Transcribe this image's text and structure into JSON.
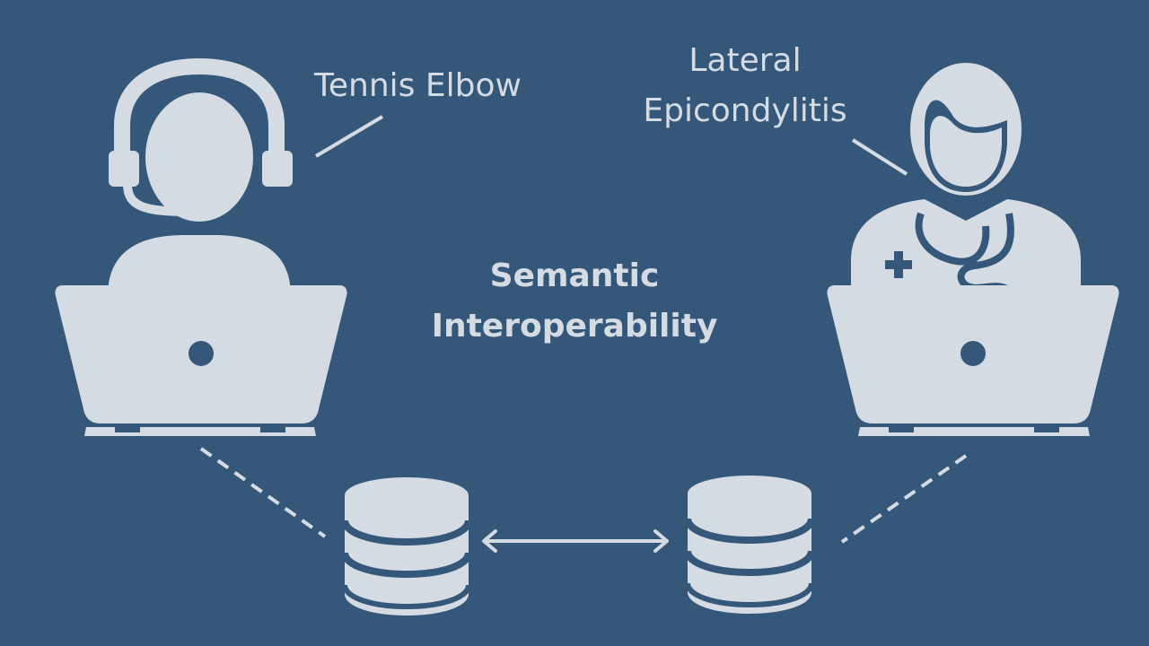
{
  "colors": {
    "background": "#35577a",
    "foreground": "#d4dbe3"
  },
  "patient": {
    "term": "Tennis Elbow",
    "icons": [
      "headset-person-icon",
      "laptop-icon"
    ]
  },
  "clinician": {
    "term_line1": "Lateral",
    "term_line2": "Epicondylitis",
    "icons": [
      "doctor-stethoscope-icon",
      "medical-cross-icon",
      "laptop-icon"
    ]
  },
  "center": {
    "title_line1": "Semantic",
    "title_line2": "Interoperability"
  },
  "databases": {
    "icons": [
      "database-icon",
      "database-icon"
    ],
    "link": "double-arrow-icon"
  }
}
